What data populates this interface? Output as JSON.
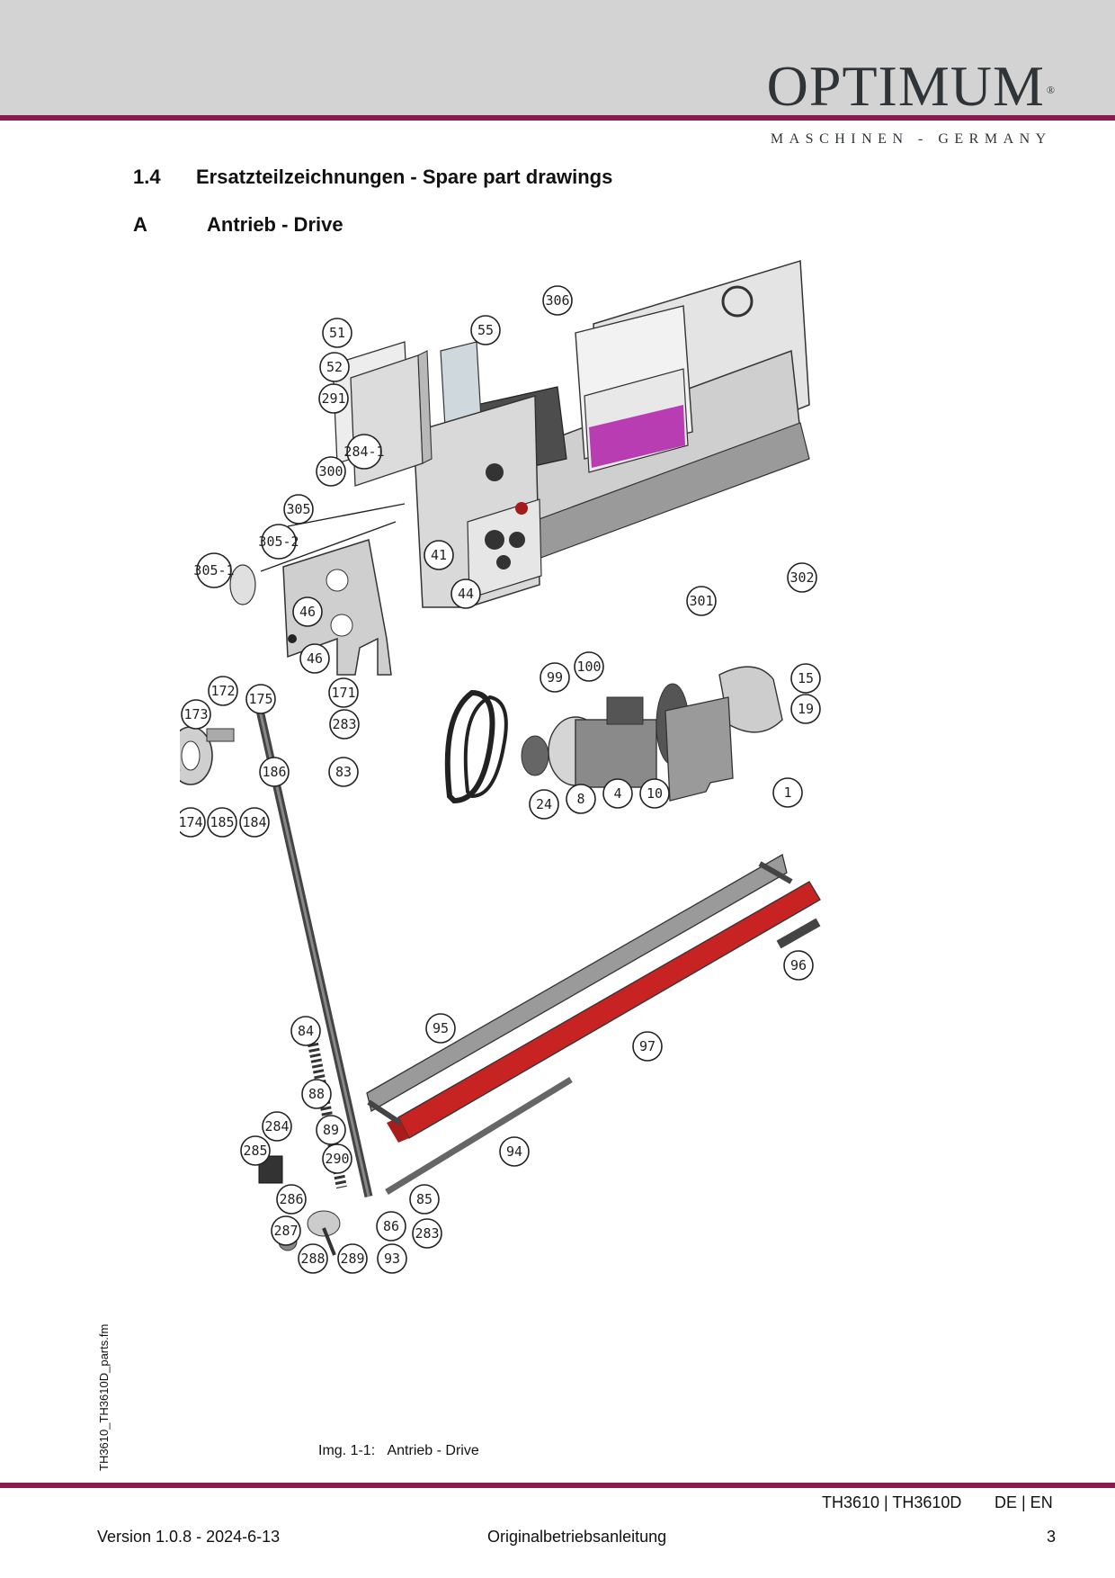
{
  "header": {
    "logo_text": "OPTIMUM",
    "logo_reg": "®",
    "logo_tagline": "MASCHINEN - GERMANY",
    "accent_color": "#8a1b4e"
  },
  "section": {
    "number": "1.4",
    "title": "Ersatzteilzeichnungen - Spare part drawings"
  },
  "subsection": {
    "letter": "A",
    "title": "Antrieb - Drive"
  },
  "callouts": [
    "306",
    "51",
    "55",
    "52",
    "291",
    "284-1",
    "300",
    "305",
    "305-2",
    "305-1",
    "41",
    "44",
    "46",
    "46",
    "302",
    "301",
    "100",
    "99",
    "15",
    "19",
    "172",
    "175",
    "171",
    "173",
    "283",
    "186",
    "83",
    "174",
    "185",
    "184",
    "24",
    "8",
    "4",
    "10",
    "1",
    "96",
    "84",
    "95",
    "97",
    "88",
    "284",
    "89",
    "285",
    "290",
    "94",
    "286",
    "85",
    "86",
    "287",
    "283",
    "288",
    "289",
    "93"
  ],
  "caption": {
    "label": "Img. 1-1:",
    "text": "Antrieb - Drive"
  },
  "side_note": "TH3610_TH3610D_parts.fm",
  "footer": {
    "models": "TH3610  |  TH3610D",
    "languages": "DE | EN",
    "version": "Version 1.0.8 - 2024-6-13",
    "doc_type": "Originalbetriebsanleitung",
    "page_number": "3"
  }
}
